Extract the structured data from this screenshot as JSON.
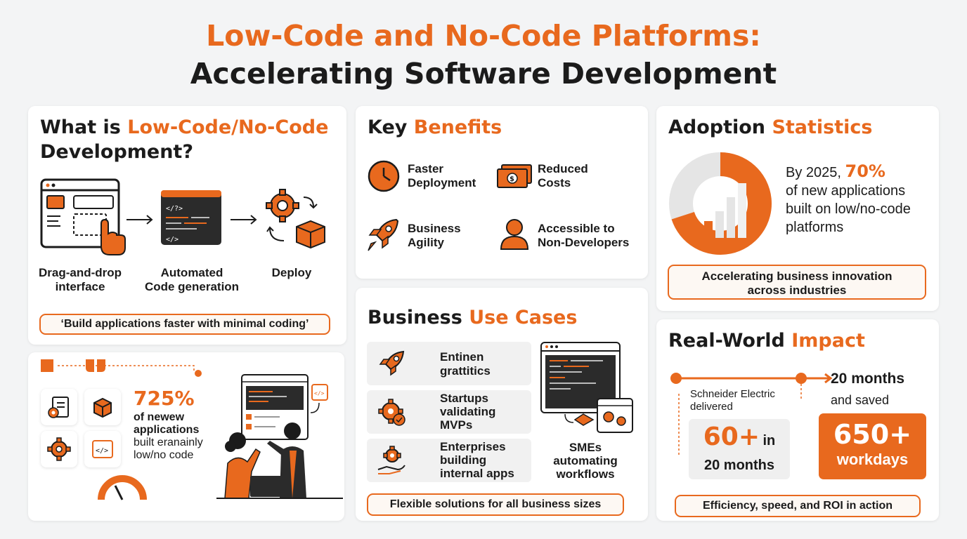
{
  "header": {
    "title_line1": "Low-Code and No-Code Platforms:",
    "title_line2": "Accelerating Software Development"
  },
  "what_is": {
    "title_prefix": "What is ",
    "title_highlight": "Low-Code/No-Code",
    "title_line2": "Development?",
    "steps": [
      {
        "label_line1": "Drag-and-drop",
        "label_line2": "interface",
        "icon": "drag-drop-window-icon"
      },
      {
        "label_line1": "Automated",
        "label_line2": "Code generation",
        "icon": "code-window-icon"
      },
      {
        "label_line1": "Deploy",
        "label_line2": "",
        "icon": "gear-box-deploy-icon"
      }
    ],
    "tagline": "‘Build applications faster with minimal coding’"
  },
  "stats_left": {
    "percent": "725%",
    "line1": "of newew",
    "line2": "applications",
    "line3": "built eranainly",
    "line4": "low/no code"
  },
  "benefits": {
    "title_prefix": "Key ",
    "title_highlight": "Benefits",
    "items": [
      {
        "line1": "Faster",
        "line2": "Deployment",
        "icon": "clock-icon"
      },
      {
        "line1": "Reduced",
        "line2": "Costs",
        "icon": "money-icon"
      },
      {
        "line1": "Business",
        "line2": "Agility",
        "icon": "rocket-icon"
      },
      {
        "line1": "Accessible to",
        "line2": "Non-Developers",
        "icon": "person-icon"
      }
    ]
  },
  "use_cases": {
    "title_prefix": "Business ",
    "title_highlight": "Use Cases",
    "items": [
      {
        "line1": "Entinen",
        "line2": "grattitics",
        "line3": "",
        "icon": "rocket-icon"
      },
      {
        "line1": "Startups",
        "line2": "validating",
        "line3": "MVPs",
        "icon": "gear-check-icon"
      },
      {
        "line1": "Enterprises",
        "line2": "building",
        "line3": "internal apps",
        "icon": "gear-hand-icon"
      }
    ],
    "sme_line1": "SMEs",
    "sme_line2": "automating",
    "sme_line3": "workflows",
    "tagline": "Flexible solutions for all business sizes"
  },
  "adoption": {
    "title_prefix": "Adoption ",
    "title_highlight": "Statistics",
    "by_year": "By 2025, ",
    "percent": "70%",
    "line1": "of new applications",
    "line2": "built on low/no-code",
    "line3": "platforms",
    "donut_fraction": 0.7,
    "tagline_line1": "Accelerating business innovation",
    "tagline_line2": "across industries"
  },
  "impact": {
    "title_prefix": "Real-World ",
    "title_highlight": "Impact",
    "company_line1": "Schneider Electric",
    "company_line2": "delivered",
    "timeline_right": "20 months",
    "saved_label": "and saved",
    "box1_big": "60+",
    "box1_in": "in",
    "box1_sub": "20 months",
    "box2_big": "650+",
    "box2_sub": "workdays",
    "tagline": "Efficiency, speed, and ROI in action"
  },
  "colors": {
    "accent": "#e8691e",
    "dark": "#1b1b1b",
    "background": "#f3f4f5"
  }
}
